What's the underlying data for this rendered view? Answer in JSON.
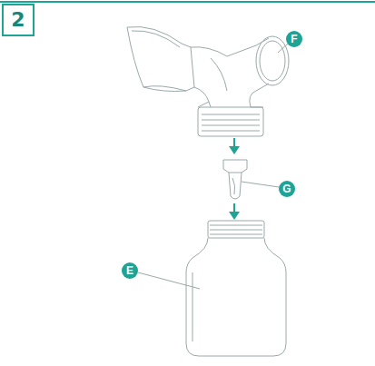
{
  "diagram": {
    "nodes": [
      {
        "text": [
          "2"
        ]
      }
    ],
    "labels": [
      "F",
      "G",
      "E"
    ]
  }
}
